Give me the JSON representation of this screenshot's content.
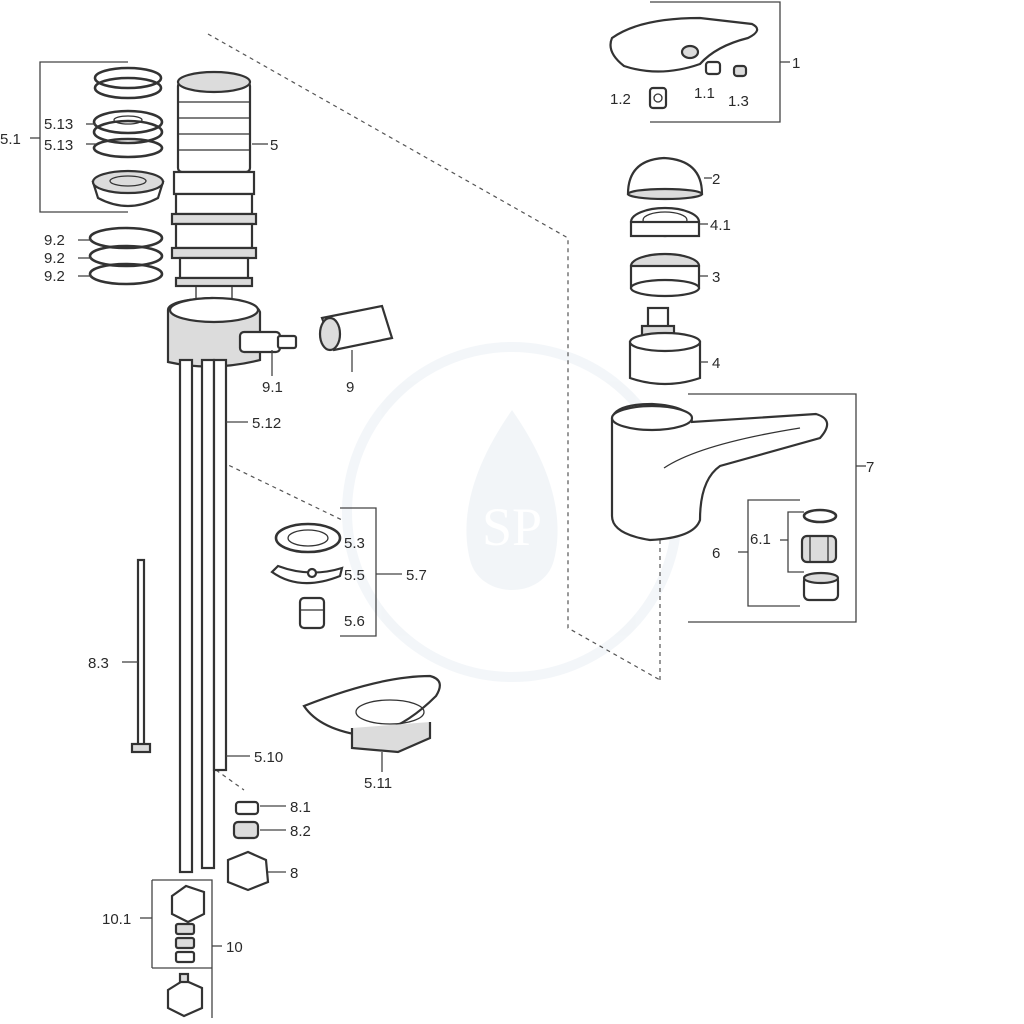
{
  "diagram": {
    "labels": {
      "p1": "1",
      "p1_1": "1.1",
      "p1_2": "1.2",
      "p1_3": "1.3",
      "p2": "2",
      "p3": "3",
      "p4": "4",
      "p4_1": "4.1",
      "p5": "5",
      "p5_1": "5.1",
      "p5_3": "5.3",
      "p5_5": "5.5",
      "p5_6": "5.6",
      "p5_7": "5.7",
      "p5_10": "5.10",
      "p5_11": "5.11",
      "p5_12": "5.12",
      "p5_13a": "5.13",
      "p5_13b": "5.13",
      "p6": "6",
      "p6_1": "6.1",
      "p7": "7",
      "p8": "8",
      "p8_1": "8.1",
      "p8_2": "8.2",
      "p8_3": "8.3",
      "p9": "9",
      "p9_1": "9.1",
      "p9_2a": "9.2",
      "p9_2b": "9.2",
      "p9_2c": "9.2",
      "p10": "10",
      "p10_1": "10.1"
    },
    "watermark": "SP"
  }
}
